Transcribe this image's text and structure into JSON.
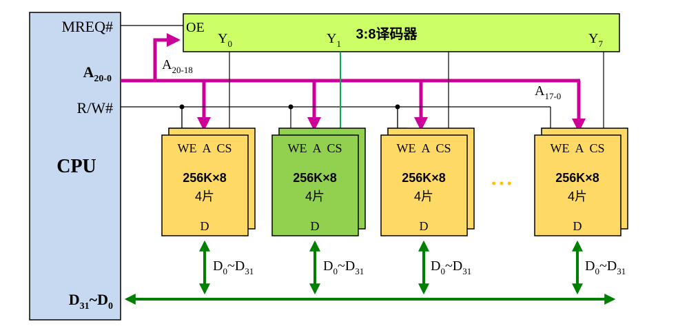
{
  "cpu": {
    "label": "CPU",
    "mreq": "MREQ#",
    "addr_main": "A",
    "addr_sub": "20-0",
    "rw": "R/W#",
    "data_d1": "D",
    "data_s1": "31",
    "data_tilde": "~",
    "data_d2": "D",
    "data_s2": "0"
  },
  "decoder": {
    "title": "3:8译码器",
    "oe": "OE",
    "y_letter": "Y",
    "y0": "0",
    "y1": "1",
    "y7": "7"
  },
  "bus_labels": {
    "a_high_main": "A",
    "a_high_sub": "20-18",
    "a_low_main": "A",
    "a_low_sub": "17-0"
  },
  "chip": {
    "pins": "WE  A  CS",
    "size": "256K×8",
    "count": "4片",
    "data_pin": "D"
  },
  "data_link": {
    "d": "D",
    "sub_low": "0",
    "tilde": "~",
    "sub_high": "31"
  },
  "ellipsis": "• • •",
  "colors": {
    "cpu_fill": "#c6d9f1",
    "decoder_fill": "#ccff66",
    "chip_fill": "#ffd966",
    "chip_selected_fill": "#92d050",
    "address_bus": "#cc0099",
    "data_bus": "#008000",
    "selected_line": "#00b050",
    "ellipsis": "#ffc000"
  }
}
